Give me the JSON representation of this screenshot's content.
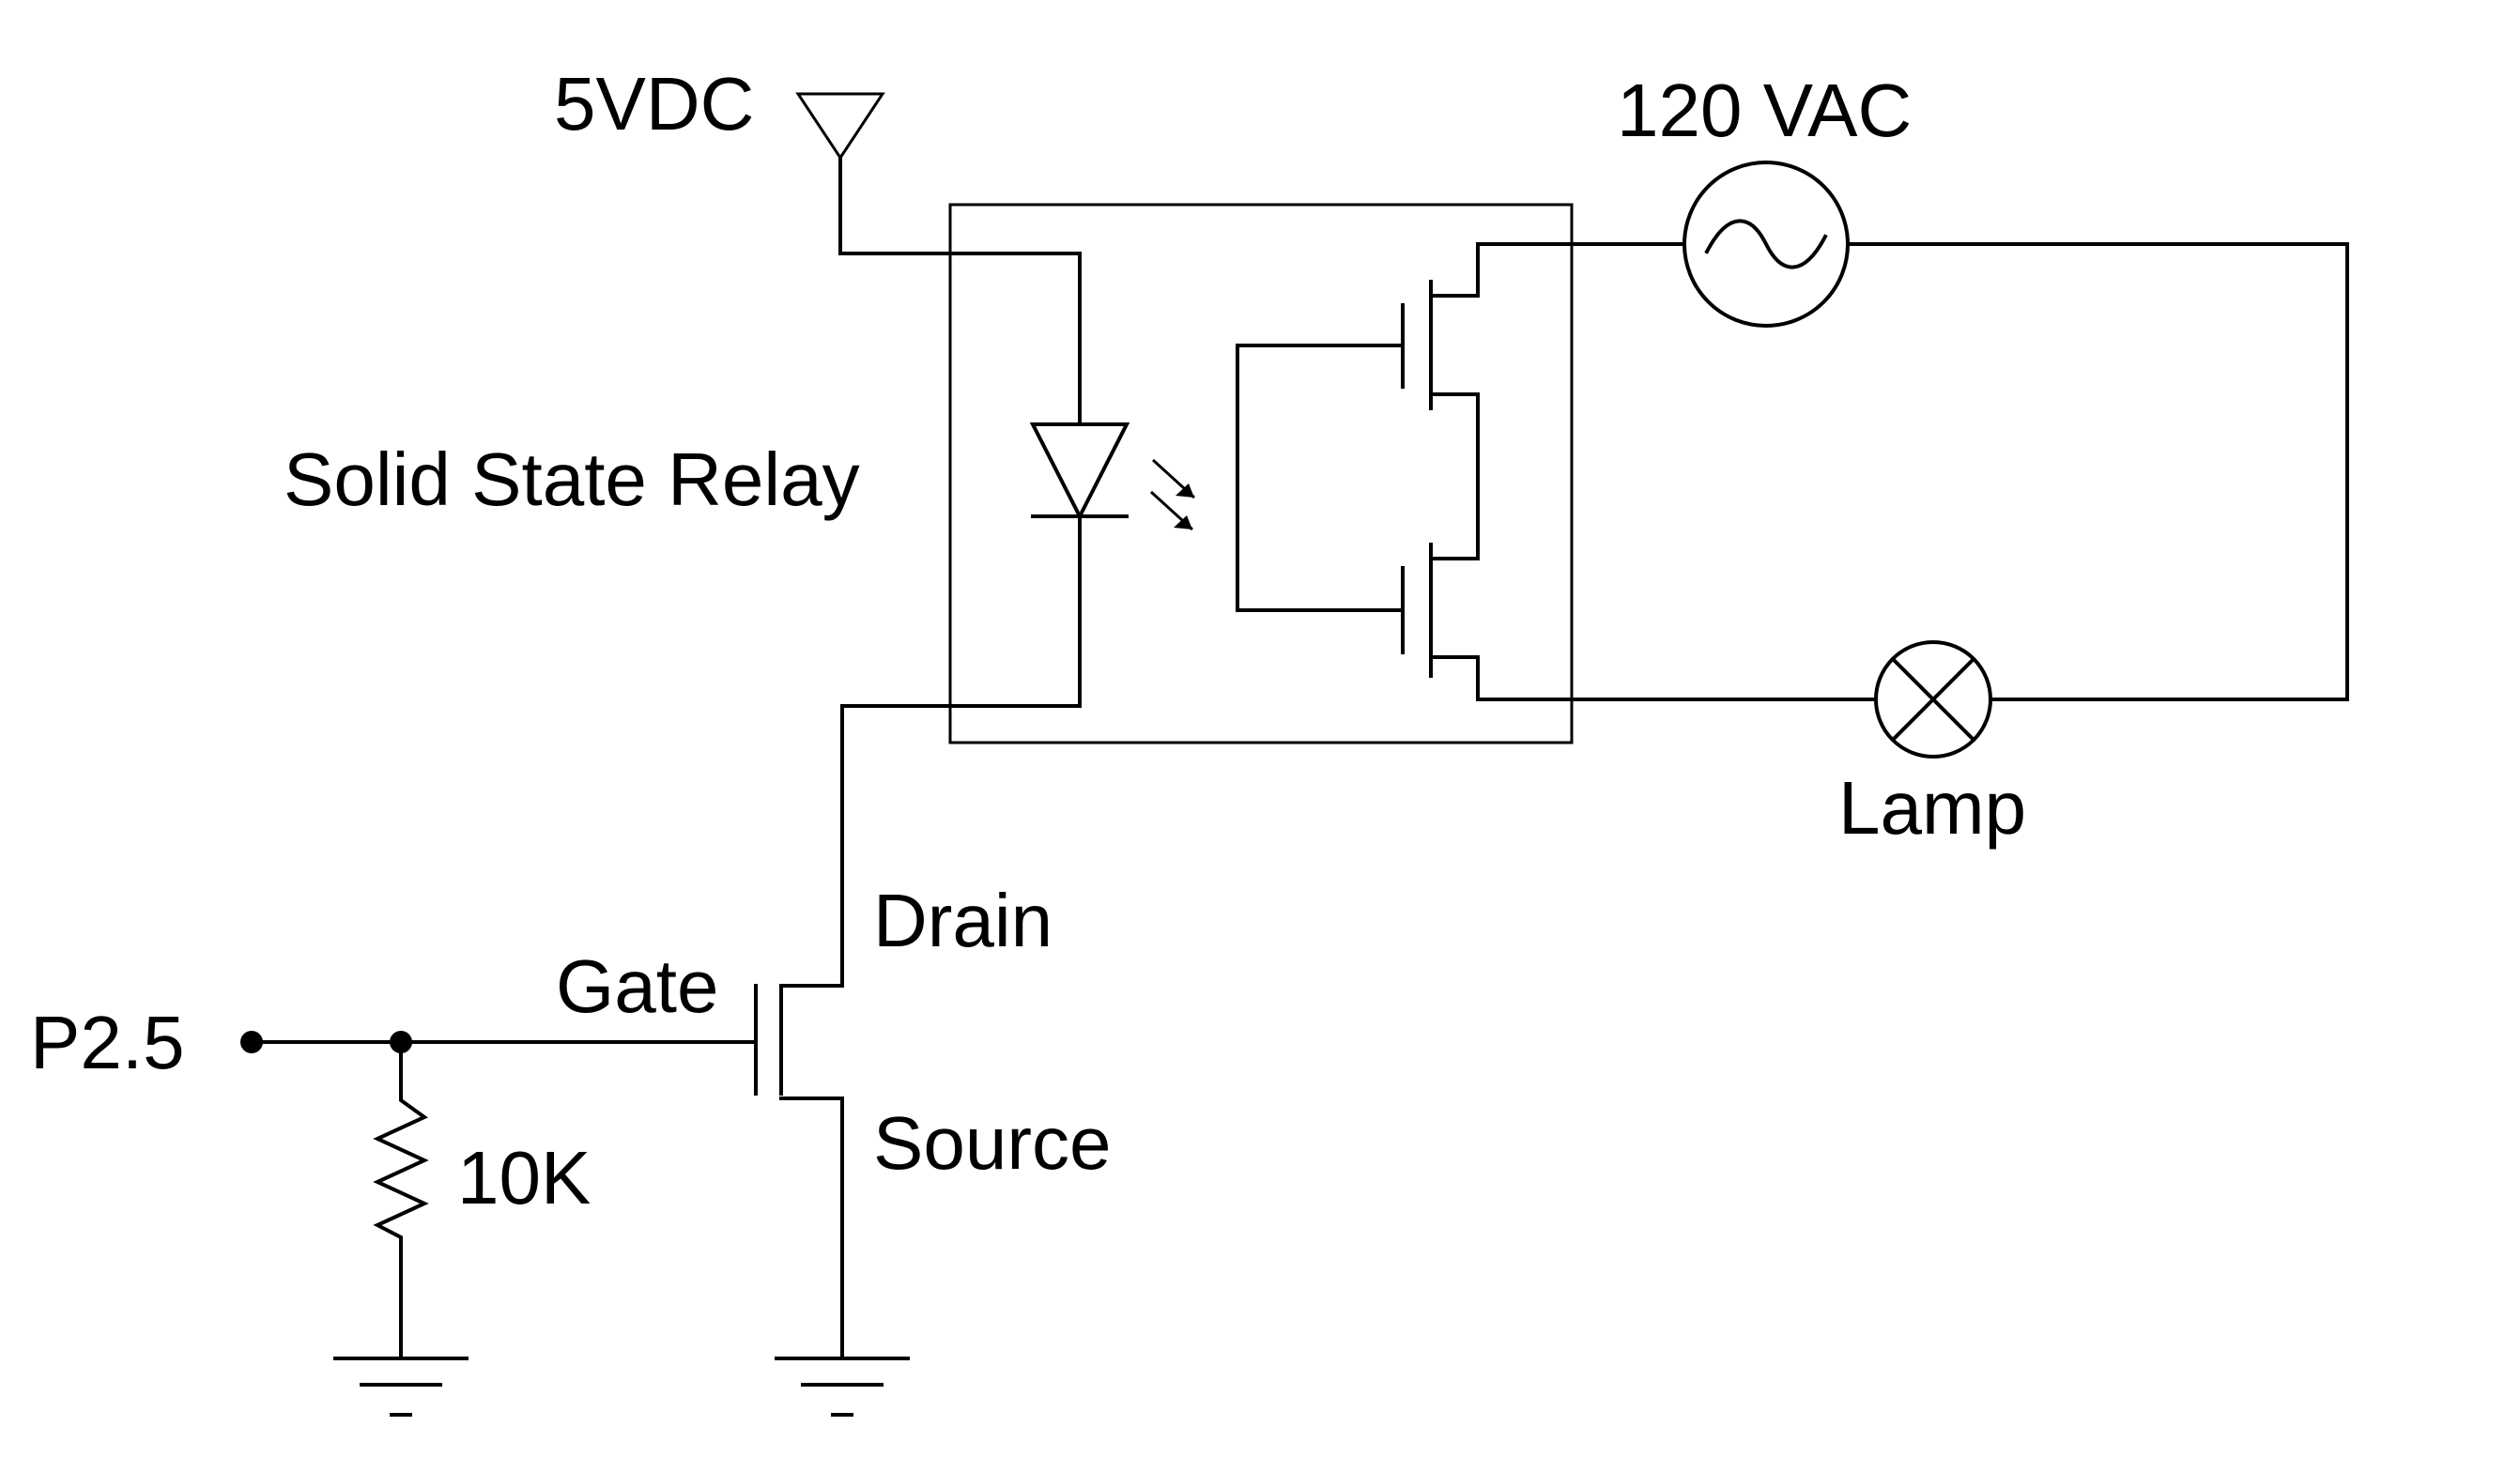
{
  "labels": {
    "supply": "5VDC",
    "ac_source": "120 VAC",
    "relay": "Solid State Relay",
    "lamp": "Lamp",
    "drain": "Drain",
    "gate": "Gate",
    "source": "Source",
    "input_pin": "P2.5",
    "resistor": "10K",
    "ground_mark": "-"
  },
  "icons": {
    "supply": "supply-triangle-icon",
    "led": "led-diode-icon",
    "ac_source": "ac-source-icon",
    "lamp": "lamp-icon",
    "resistor": "resistor-icon",
    "ground": "ground-icon",
    "mosfet": "mosfet-icon"
  }
}
